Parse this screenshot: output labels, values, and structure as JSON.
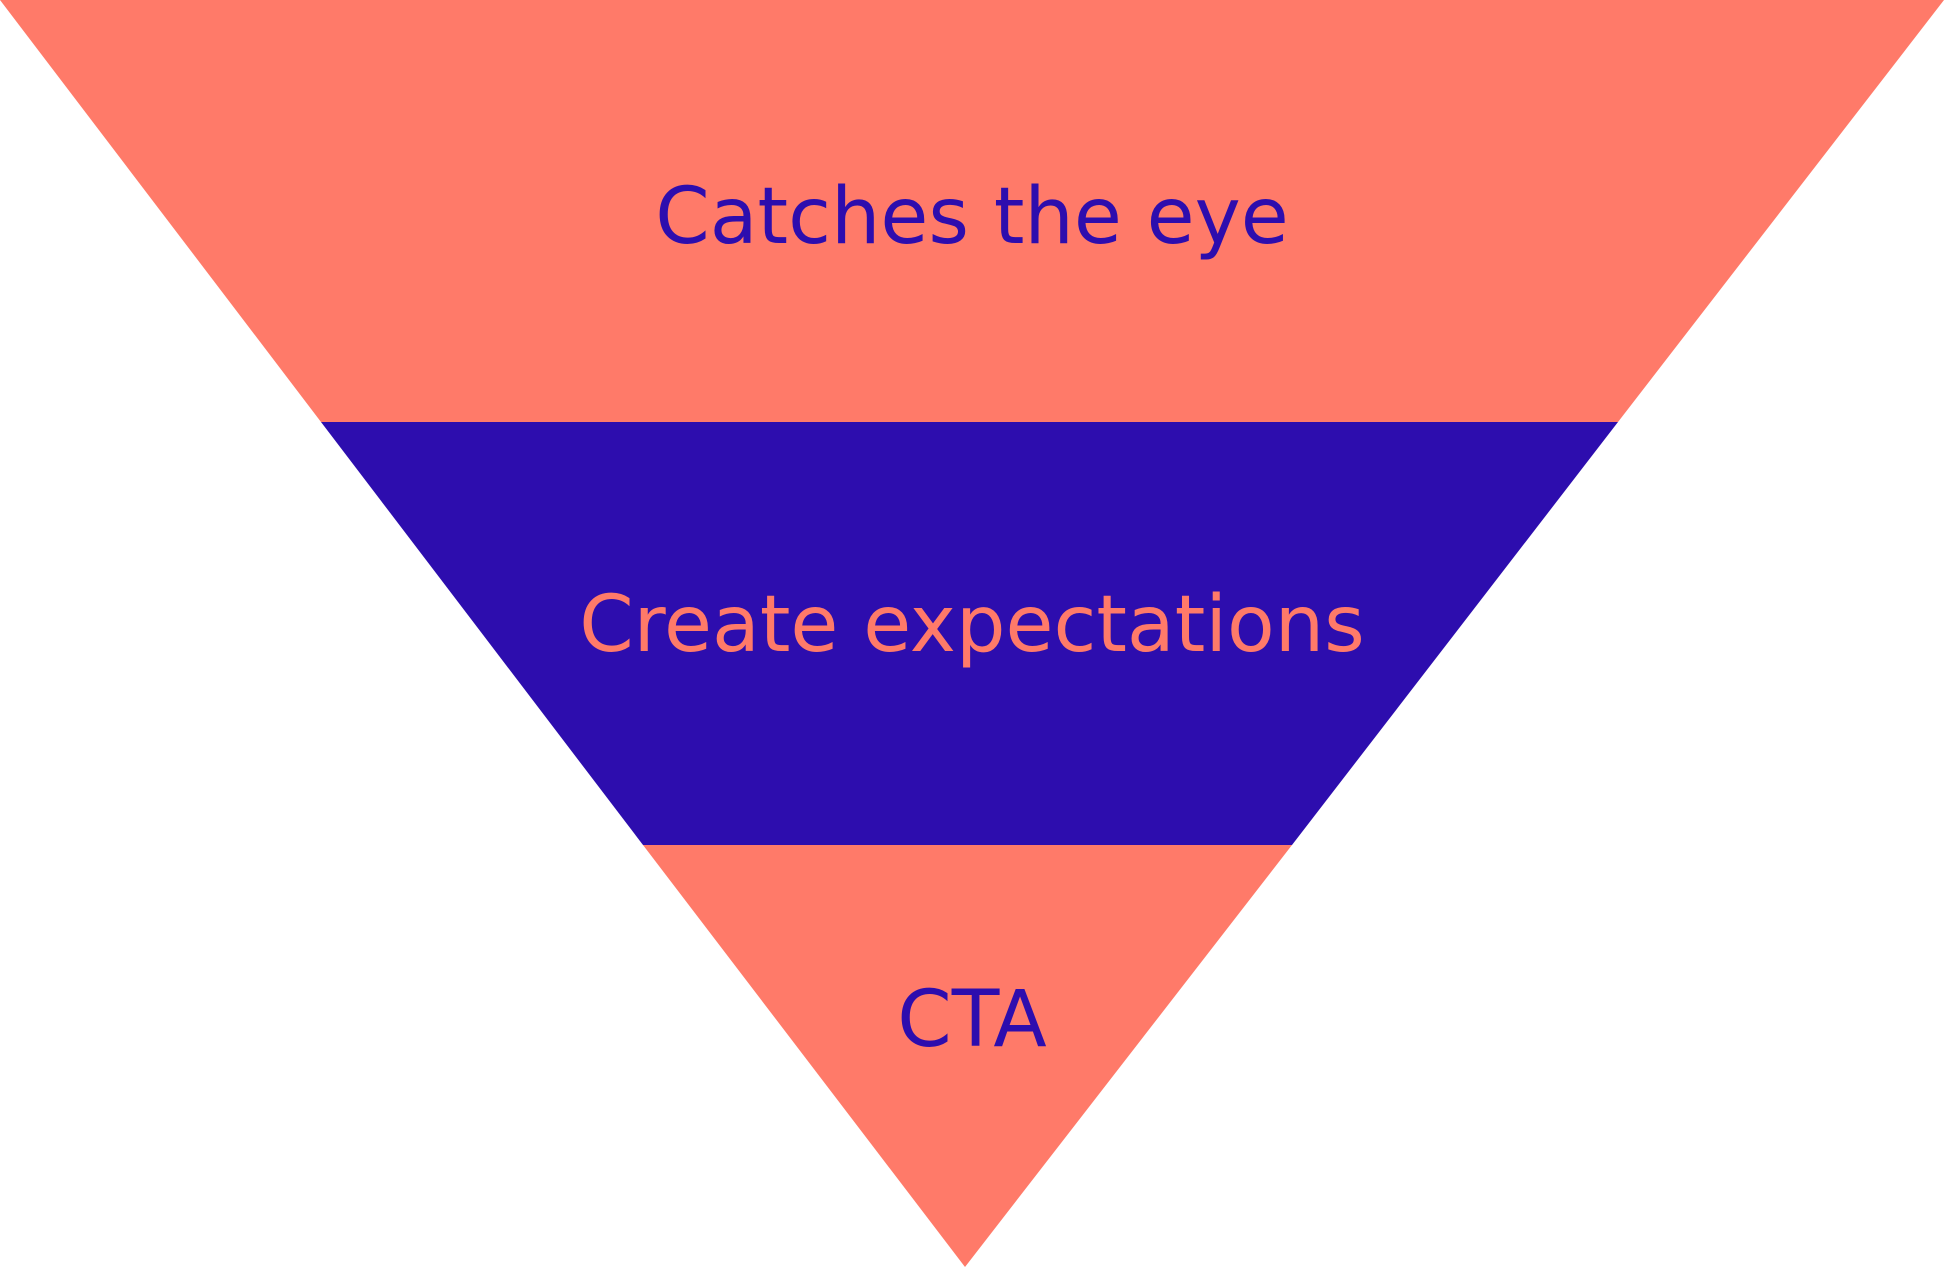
{
  "diagram": {
    "type": "inverted-funnel",
    "stages": [
      {
        "label": "Catches the eye",
        "fill": "#FF7A69",
        "text_color": "#2D0DAE"
      },
      {
        "label": "Create expectations",
        "fill": "#2D0DAE",
        "text_color": "#FF7A69"
      },
      {
        "label": "CTA",
        "fill": "#FF7A69",
        "text_color": "#2D0DAE"
      }
    ]
  }
}
